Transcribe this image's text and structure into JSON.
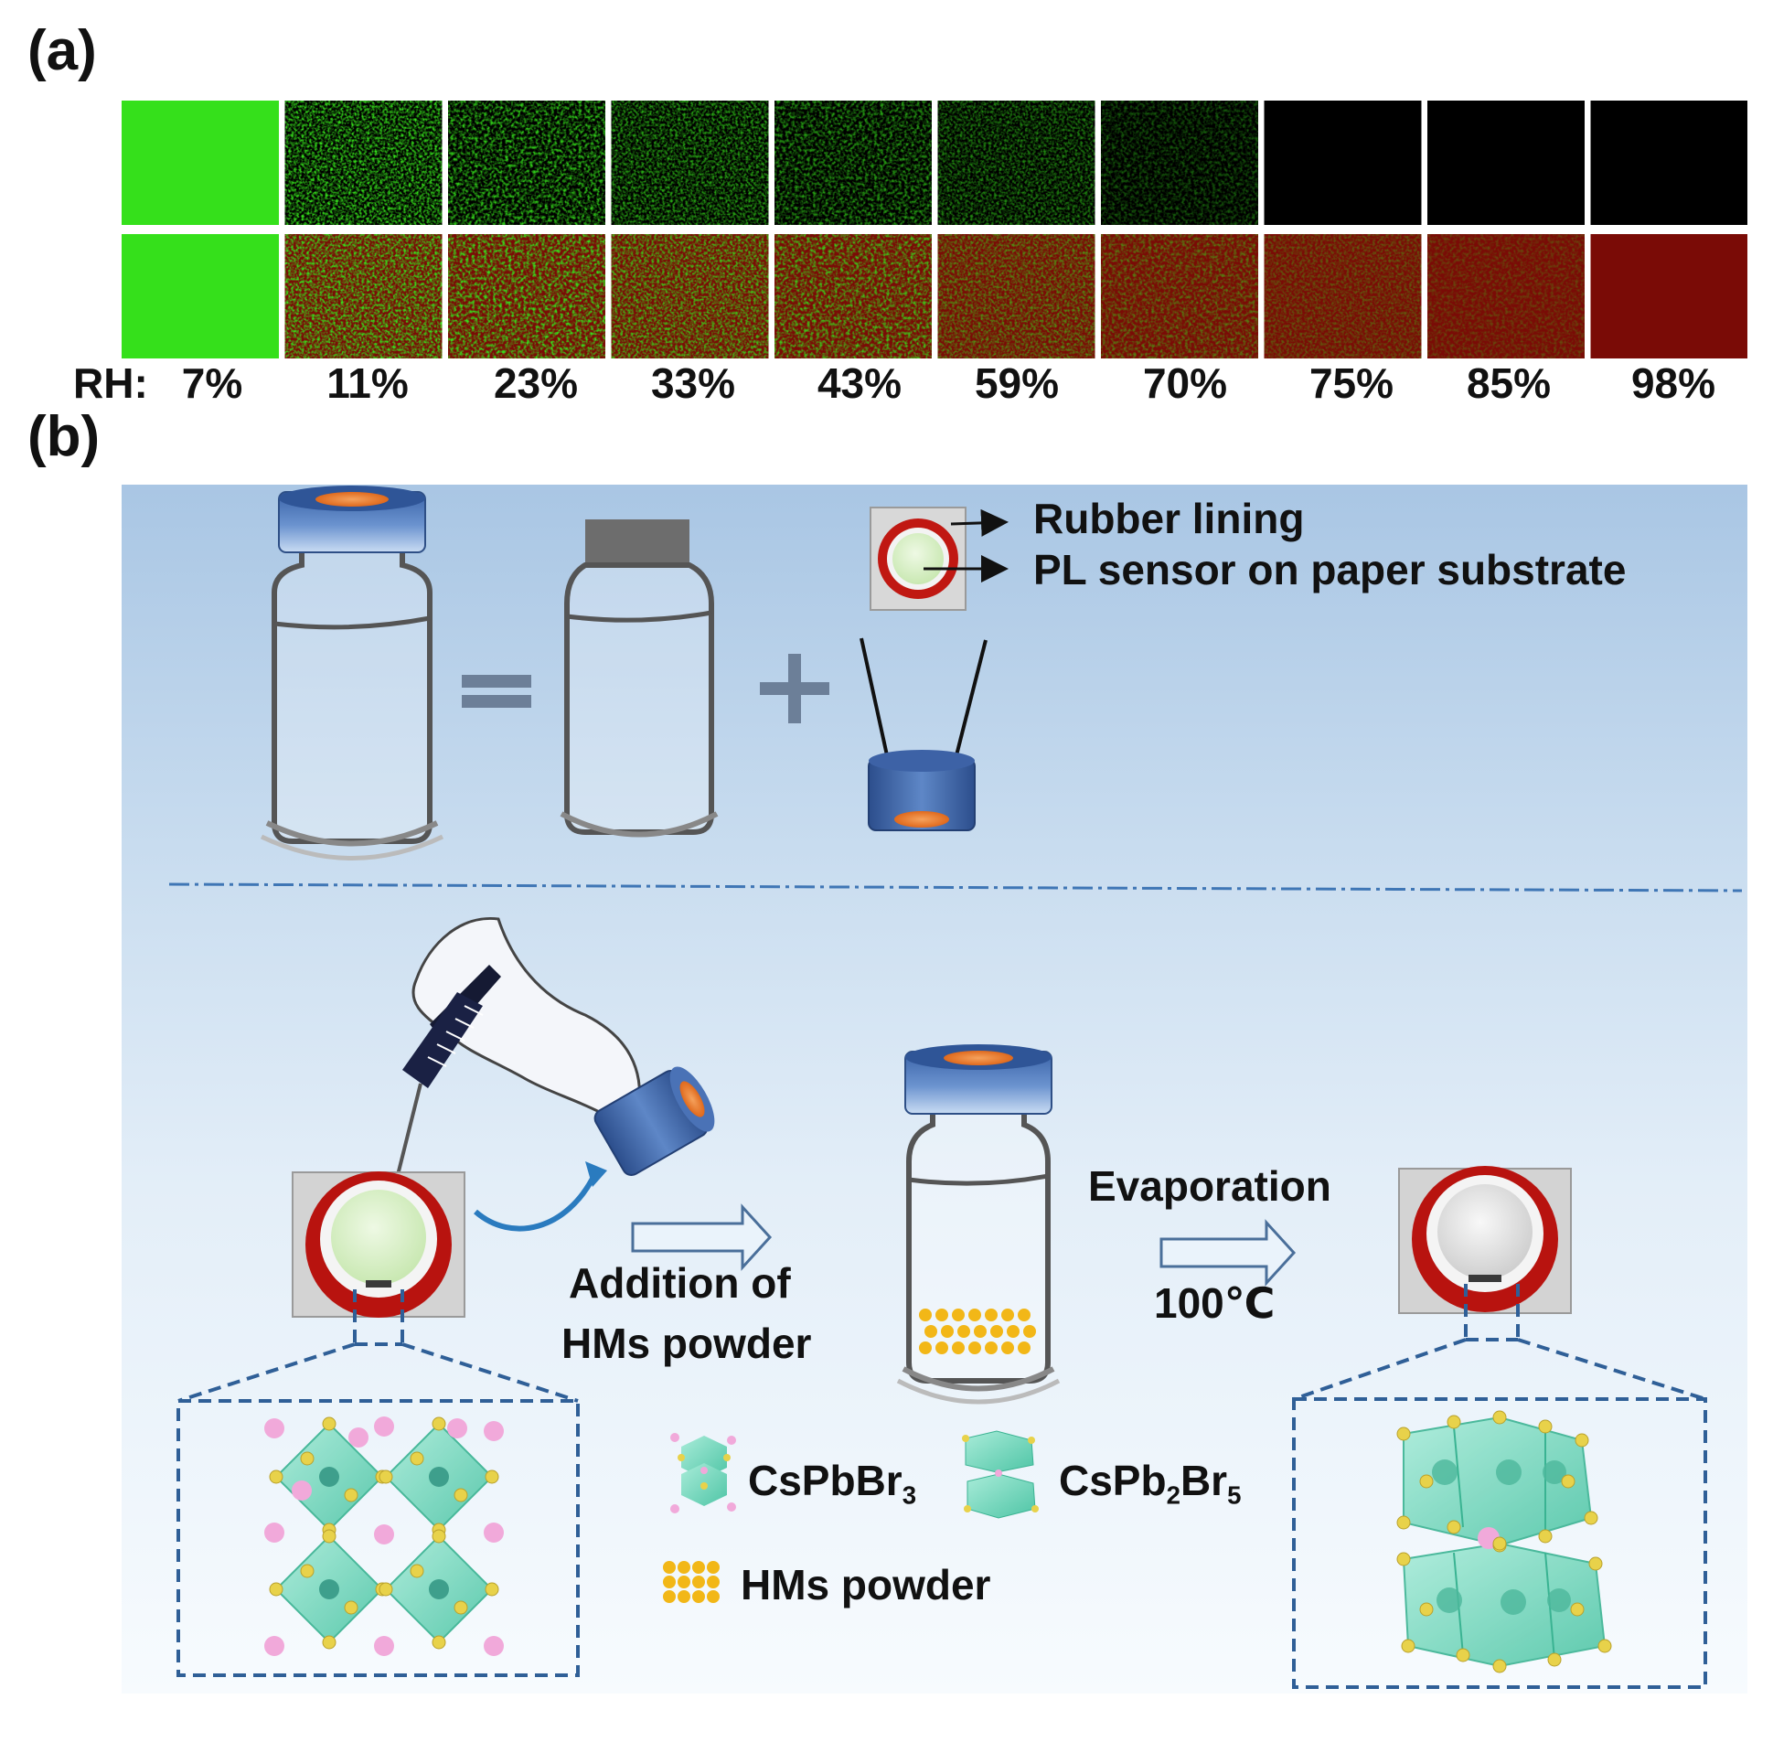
{
  "panel_labels": {
    "a": "(a)",
    "b": "(b)"
  },
  "panel_a": {
    "rh_prefix": "RH:",
    "rh_values": [
      "7%",
      "11%",
      "23%",
      "33%",
      "43%",
      "59%",
      "70%",
      "75%",
      "85%",
      "98%"
    ],
    "rows": [
      "green-only",
      "green-red-mix"
    ],
    "colors": {
      "green": "#35e01b",
      "red": "#7a0b06",
      "black": "#000000"
    }
  },
  "panel_b": {
    "legend": {
      "rubber_lining": "Rubber lining",
      "pl_sensor": "PL sensor on paper substrate",
      "cspbbr3_main": "CsPbBr",
      "cspbbr3_sub": "3",
      "cspb2br5_a": "CsPb",
      "cspb2br5_sub1": "2",
      "cspb2br5_b": "Br",
      "cspb2br5_sub2": "5",
      "hms_powder": "HMs powder"
    },
    "steps": {
      "addition_line1": "Addition of",
      "addition_line2": "HMs powder",
      "evaporation": "Evaporation",
      "temperature": "100℃"
    },
    "colors": {
      "cap_blue": "#3f6fb6",
      "orange_pad": "#ef7c2a",
      "rubber_red": "#c01812",
      "octahedron": "#7ad8c0",
      "cs_atom": "#f1a9da",
      "br_atom": "#e8d24a",
      "hms_yellow": "#f2b717"
    }
  }
}
